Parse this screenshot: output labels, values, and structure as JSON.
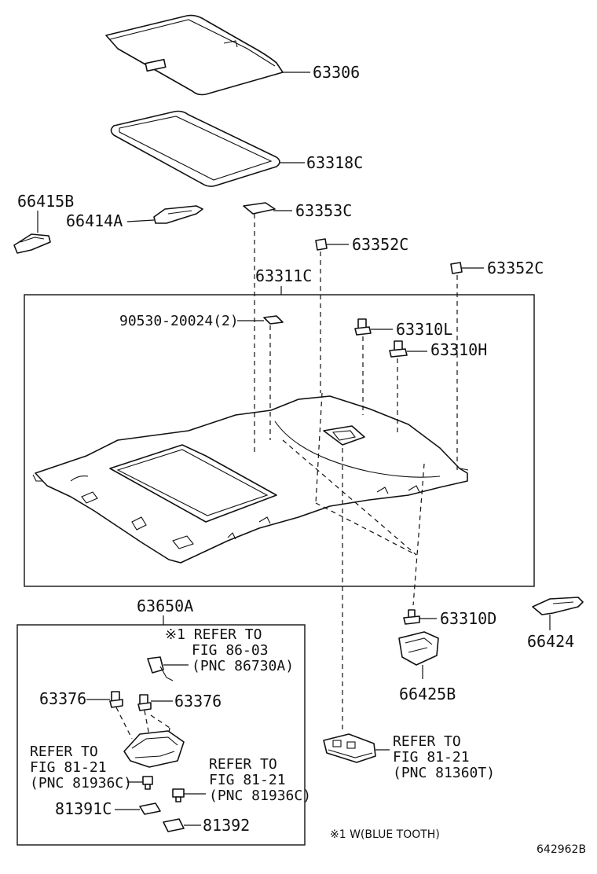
{
  "parts": {
    "p63306": "63306",
    "p63318c": "63318C",
    "p66415b": "66415B",
    "p66414a": "66414A",
    "p63353c": "63353C",
    "p63352c_a": "63352C",
    "p63352c_b": "63352C",
    "p63311c": "63311C",
    "p90530": "90530-20024(2)",
    "p63310l": "63310L",
    "p63310h": "63310H",
    "p63650a": "63650A",
    "p63310d": "63310D",
    "p66424": "66424",
    "p66425b": "66425B",
    "p63376_a": "63376",
    "p63376_b": "63376",
    "p81391c": "81391C",
    "p81392": "81392"
  },
  "notes": {
    "bt_ref": [
      "※1 REFER TO",
      "FIG 86-03",
      "(PNC 86730A)"
    ],
    "ref_left": [
      "REFER TO",
      "FIG 81-21",
      "(PNC 81936C)"
    ],
    "ref_mid": [
      "REFER TO",
      "FIG 81-21",
      "(PNC 81936C)"
    ],
    "ref_right": [
      "REFER TO",
      "FIG 81-21",
      "(PNC 81360T)"
    ],
    "footnote": "※1 W(BLUE TOOTH)",
    "diagram_id": "642962B"
  }
}
